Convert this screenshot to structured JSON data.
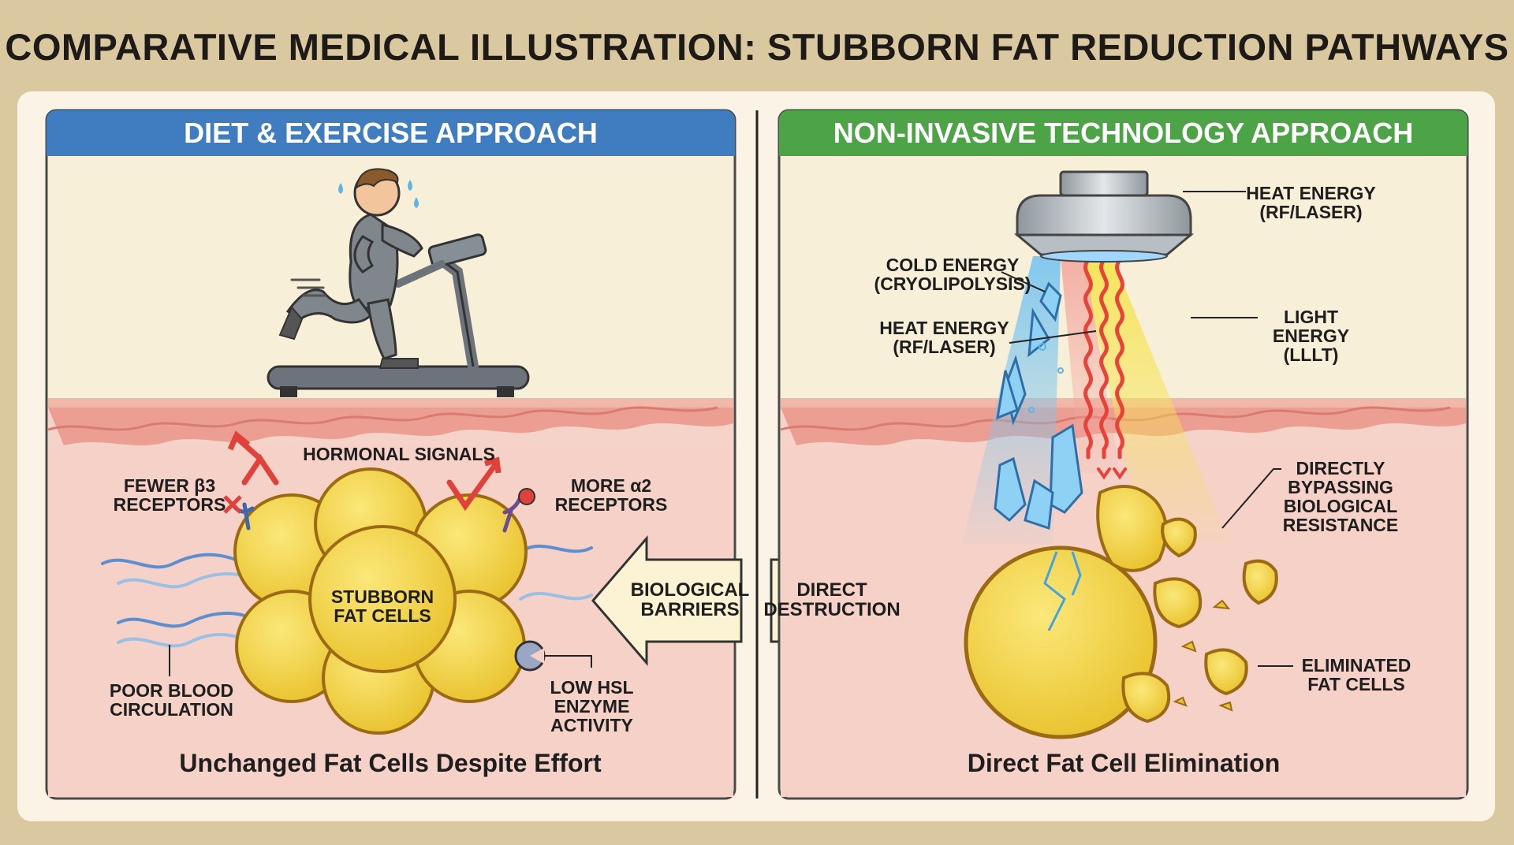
{
  "title": "COMPARATIVE MEDICAL ILLUSTRATION: STUBBORN FAT REDUCTION PATHWAYS",
  "colors": {
    "background": "#d9c8a0",
    "left_header": "#3f7cc0",
    "right_header": "#4ca446",
    "fat_cell": "#f3d23c",
    "skin": "#f2c2b6",
    "heat": "#e8423a",
    "cold": "#7cc6ef",
    "light": "#f6e453"
  },
  "left_panel": {
    "header": "DIET & EXERCISE APPROACH",
    "hormonal_signals": "HORMONAL SIGNALS",
    "fewer_receptors": "FEWER β3\nRECEPTORS",
    "more_receptors": "MORE α2\nRECEPTORS",
    "stubborn_cells": "STUBBORN\nFAT CELLS",
    "poor_circulation": "POOR BLOOD\nCIRCULATION",
    "low_hsl": "LOW HSL\nENZYME\nACTIVITY",
    "caption": "Unchanged Fat Cells Despite Effort",
    "icons": [
      "runner-figure",
      "treadmill",
      "sweat-drops",
      "receptor-icons",
      "hsl-enzyme-icon"
    ]
  },
  "center": {
    "left_arrow": "BIOLOGICAL\nBARRIERS",
    "right_arrow": "DIRECT\nDESTRUCTION"
  },
  "right_panel": {
    "header": "NON-INVASIVE TECHNOLOGY APPROACH",
    "heat_energy_top": "HEAT ENERGY\n(RF/LASER)",
    "cold_energy": "COLD ENERGY\n(CRYOLIPOLYSIS)",
    "heat_energy_mid": "HEAT ENERGY\n(RF/LASER)",
    "light_energy": "LIGHT ENERGY\n(LLLT)",
    "bypassing": "DIRECTLY\nBYPASSING\nBIOLOGICAL\nRESISTANCE",
    "eliminated": "ELIMINATED\nFAT CELLS",
    "caption": "Direct Fat Cell Elimination",
    "icons": [
      "device-applicator",
      "ice-crystals",
      "heat-waves",
      "light-beam",
      "fragmented-fat-cell"
    ]
  }
}
